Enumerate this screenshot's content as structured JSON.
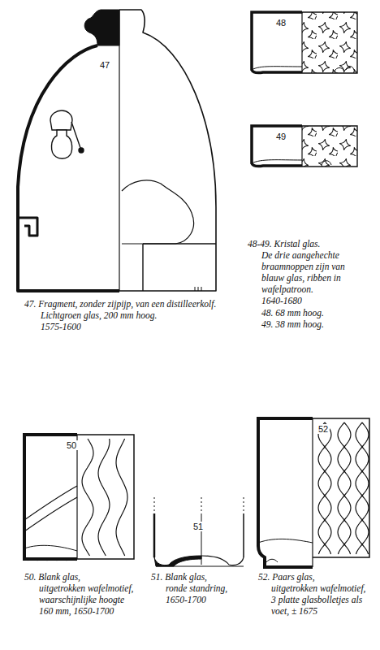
{
  "diagram": {
    "labels": [
      "47",
      "48",
      "49",
      "48-49. Kristal glas.",
      "De drie aangehechte",
      "braamnoppen zijn van",
      "blauw glas, ribben in",
      "wafelpatroon.",
      "1640-1680",
      "48. 68 mm hoog.",
      "49. 38 mm hoog.",
      "47. Fragment, zonder zijpijp, van een distilleerkolf.",
      "Lichtgroen glas, 200 mm hoog.",
      "1575-1600",
      "50",
      "51",
      "52",
      "50. Blank glas,",
      "uitgetrokken wafelmotief,",
      "waarschijnlijke hoogte",
      "160 mm, 1650-1700",
      "51. Blank glas,",
      "ronde standring,",
      "1650-1700",
      "52. Paars glas,",
      "uitgetrokken wafelmotief,",
      "3 platte glasbolletjes als",
      "voet, ± 1675"
    ]
  }
}
